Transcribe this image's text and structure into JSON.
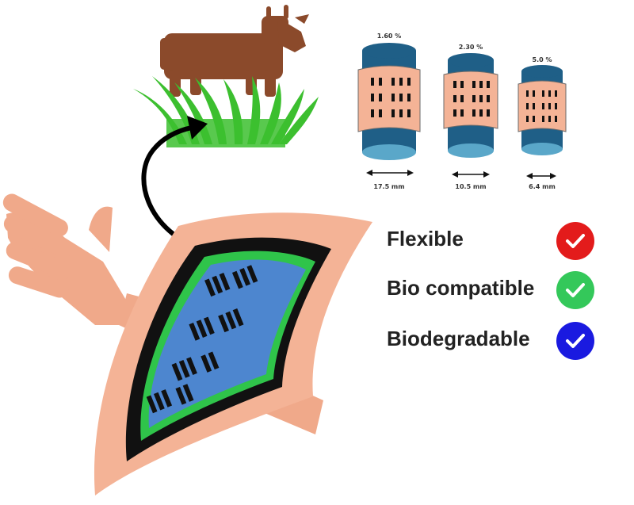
{
  "rolls": [
    {
      "strain": "1.60 %",
      "radius": "17.5 mm"
    },
    {
      "strain": "2.30 %",
      "radius": "10.5 mm"
    },
    {
      "strain": "5.0 %",
      "radius": "6.4 mm"
    }
  ],
  "properties": [
    {
      "label": "Flexible",
      "icon": "check-icon",
      "color": "#e31b1b"
    },
    {
      "label": "Bio compatible",
      "icon": "check-icon",
      "color": "#34c85a"
    },
    {
      "label": "Biodegradable",
      "icon": "check-icon",
      "color": "#1a1ae0"
    }
  ],
  "colors": {
    "cow": "#8b4a2b",
    "grass": "#3cbf2f",
    "skin": "#f0a98a",
    "substrate_outer": "#f4b396",
    "frame": "#111111",
    "border_green": "#2fc44a",
    "panel": "#4d86cf",
    "cylinder": "#1f5f87",
    "cylinder_top": "#5aa7c9"
  }
}
